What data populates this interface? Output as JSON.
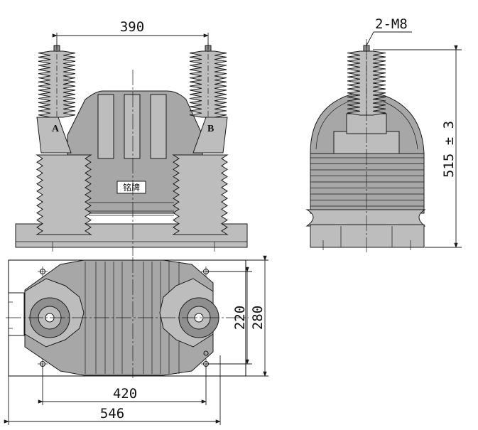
{
  "dimensions": {
    "terminal_spacing": "390",
    "bolt_spec": "2-M8",
    "height": "515 ± 3",
    "mount_spacing_width": "220",
    "base_width": "280",
    "mount_spacing_length": "420",
    "base_length": "546"
  },
  "labels": {
    "terminal_a": "A",
    "terminal_b": "B",
    "nameplate": "铭牌"
  },
  "colors": {
    "body_fill": "#a7a7a7",
    "line": "#1a1a1a"
  }
}
